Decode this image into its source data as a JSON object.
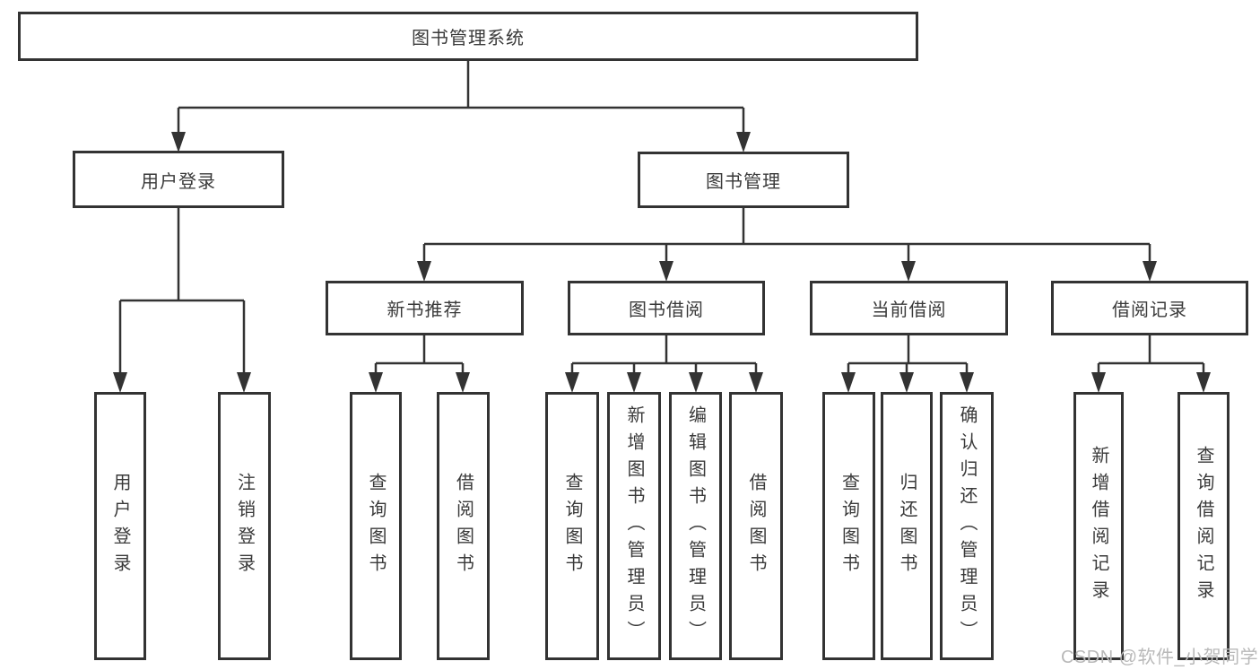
{
  "diagram": {
    "title": "图书管理系统",
    "nodes": {
      "root": {
        "label": "图书管理系统"
      },
      "user_login": {
        "label": "用户登录"
      },
      "book_management": {
        "label": "图书管理"
      },
      "new_book_recommend": {
        "label": "新书推荐"
      },
      "book_borrowing": {
        "label": "图书借阅"
      },
      "current_borrowing": {
        "label": "当前借阅"
      },
      "borrowing_records": {
        "label": "借阅记录"
      },
      "leaf_user_login": {
        "label": "用户登录"
      },
      "leaf_logout": {
        "label": "注销登录"
      },
      "leaf_rec_query_books": {
        "label": "查询图书"
      },
      "leaf_rec_borrow_books": {
        "label": "借阅图书"
      },
      "leaf_bb_query_books": {
        "label": "查询图书"
      },
      "leaf_bb_add_books": {
        "label": "新增图书（管理员）"
      },
      "leaf_bb_edit_books": {
        "label": "编辑图书（管理员）"
      },
      "leaf_bb_borrow_books": {
        "label": "借阅图书"
      },
      "leaf_cb_query_books": {
        "label": "查询图书"
      },
      "leaf_cb_return_books": {
        "label": "归还图书"
      },
      "leaf_cb_confirm_return": {
        "label": "确认归还（管理员）"
      },
      "leaf_br_add_record": {
        "label": "新增借阅记录"
      },
      "leaf_br_query_record": {
        "label": "查询借阅记录"
      }
    },
    "edges": [
      [
        "root",
        "user_login"
      ],
      [
        "root",
        "book_management"
      ],
      [
        "user_login",
        "leaf_user_login"
      ],
      [
        "user_login",
        "leaf_logout"
      ],
      [
        "book_management",
        "new_book_recommend"
      ],
      [
        "book_management",
        "book_borrowing"
      ],
      [
        "book_management",
        "current_borrowing"
      ],
      [
        "book_management",
        "borrowing_records"
      ],
      [
        "new_book_recommend",
        "leaf_rec_query_books"
      ],
      [
        "new_book_recommend",
        "leaf_rec_borrow_books"
      ],
      [
        "book_borrowing",
        "leaf_bb_query_books"
      ],
      [
        "book_borrowing",
        "leaf_bb_add_books"
      ],
      [
        "book_borrowing",
        "leaf_bb_edit_books"
      ],
      [
        "book_borrowing",
        "leaf_bb_borrow_books"
      ],
      [
        "current_borrowing",
        "leaf_cb_query_books"
      ],
      [
        "current_borrowing",
        "leaf_cb_return_books"
      ],
      [
        "current_borrowing",
        "leaf_cb_confirm_return"
      ],
      [
        "borrowing_records",
        "leaf_br_add_record"
      ],
      [
        "borrowing_records",
        "leaf_br_query_record"
      ]
    ],
    "colors": {
      "line": "#333333",
      "box_border": "#333333",
      "box_fill": "#ffffff",
      "text": "#3a3a3a",
      "watermark": "#b9b9b9",
      "background": "#ffffff"
    }
  },
  "watermark": {
    "text": "CSDN @软件_小贺同学"
  }
}
